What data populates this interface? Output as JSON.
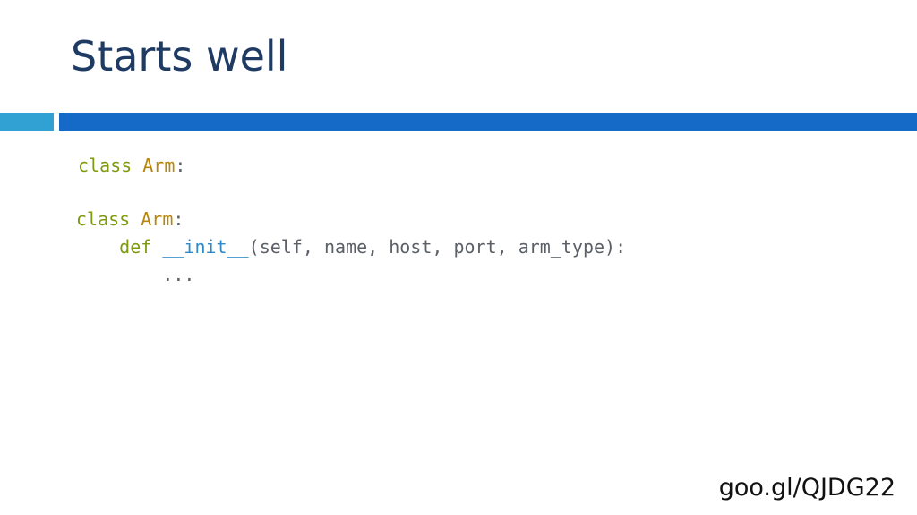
{
  "slide": {
    "title": "Starts well",
    "footer_link": "goo.gl/QJDG22"
  },
  "colors": {
    "title": "#1f3b64",
    "rule_short": "#31a0d3",
    "rule_long": "#1569c7",
    "keyword": "#7e9a10",
    "class_name": "#b8860b",
    "function_name": "#2e8bc8",
    "plain_code": "#5b5f66"
  },
  "code_block_1": {
    "line_1": {
      "keyword": "class",
      "class_name": "Arm",
      "suffix": ":"
    }
  },
  "code_block_2": {
    "line_1": {
      "keyword": "class",
      "class_name": "Arm",
      "suffix": ":"
    },
    "line_2": {
      "keyword": "def",
      "function_name": "__init__",
      "params": "(self, name, host, port, arm_type):"
    },
    "line_3": {
      "text": "..."
    }
  }
}
